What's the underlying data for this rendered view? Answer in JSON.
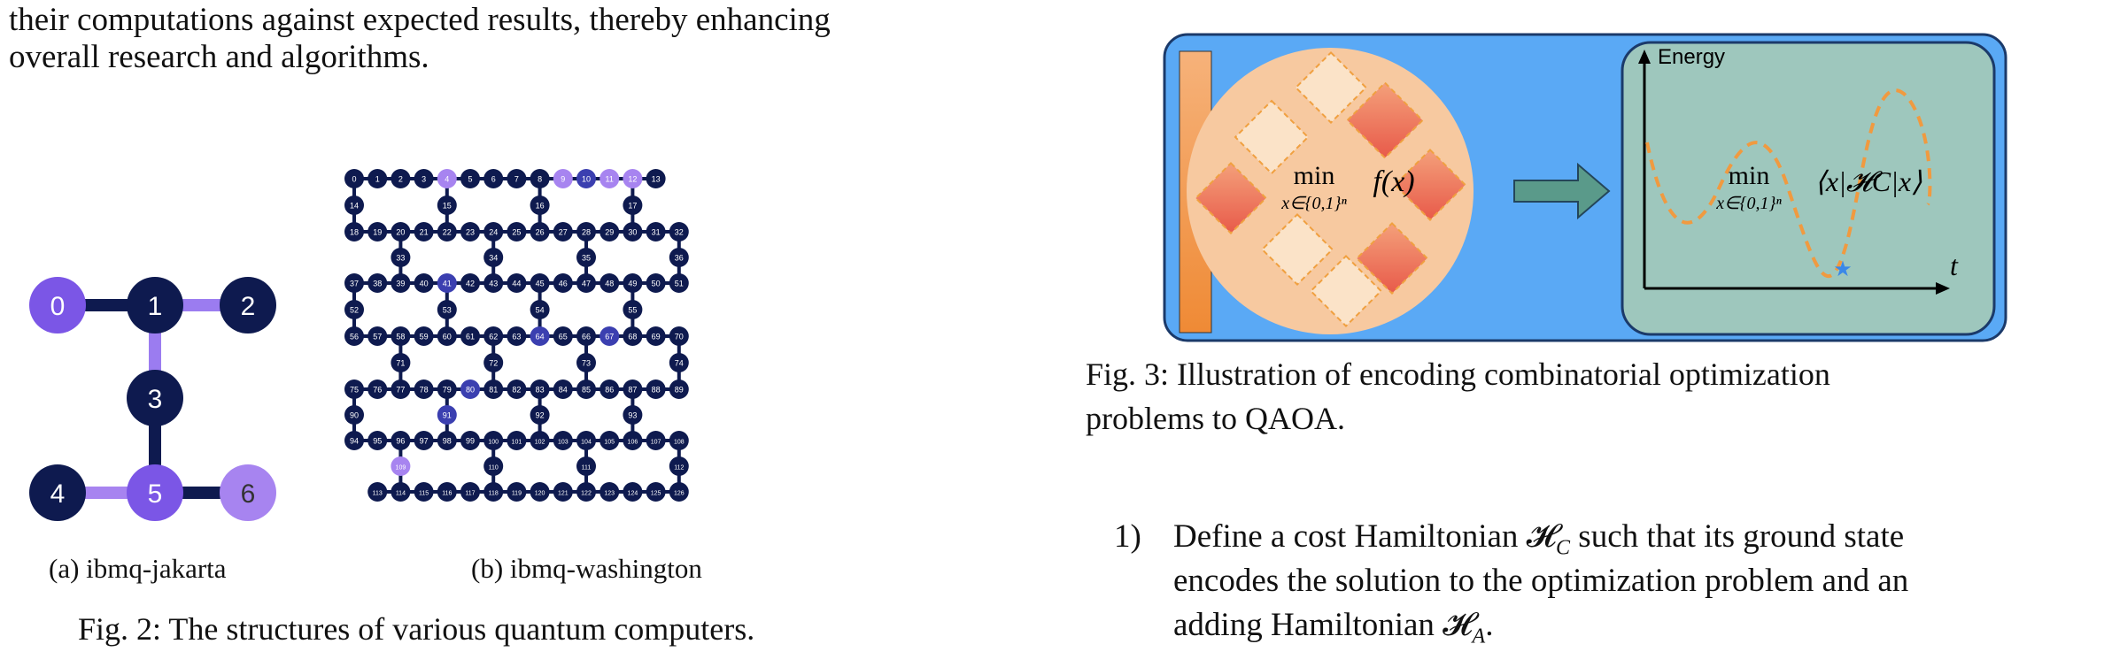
{
  "left_text": {
    "line1": "their computations against expected results, thereby enhancing",
    "line2": "overall research and algorithms."
  },
  "fig2": {
    "sub_a": "(a) ibmq-jakarta",
    "sub_b": "(b) ibmq-washington",
    "caption": "Fig. 2: The structures of various quantum computers.",
    "jakarta_nodes": [
      "0",
      "1",
      "2",
      "3",
      "4",
      "5",
      "6"
    ],
    "colors": {
      "dark": "#0e1a4f",
      "purple": "#7b56e6",
      "light_purple": "#a784f0",
      "edge_light": "#9b7cf0"
    }
  },
  "fig3": {
    "energy_label": "Energy",
    "t_label": "t",
    "left_formula_min": "min",
    "left_formula_sub": "x∈{0,1}ⁿ",
    "left_formula_f": "f(x)",
    "right_formula_min": "min",
    "right_formula_sub": "x∈{0,1}ⁿ",
    "right_formula_expr": "⟨x|𝓗C|x⟩",
    "caption_line1": "Fig. 3: Illustration of encoding combinatorial optimization",
    "caption_line2": "problems to QAOA.",
    "colors": {
      "outer": "#5aa9f5",
      "panel": "#9ec7bd",
      "circle": "#f7c9a0",
      "bar": "#f08c3a",
      "arrow": "#5a9a8a",
      "curve": "#f09a40"
    }
  },
  "list": {
    "item1_num": "1)",
    "item1_line1": "Define a cost Hamiltonian 𝓗",
    "item1_line1_sub": "C",
    "item1_line1_rest": " such that its ground state",
    "item1_line2": "encodes the solution to the optimization problem and an",
    "item1_line3": "adding Hamiltonian 𝓗",
    "item1_line3_sub": "A",
    "item1_line3_end": "."
  }
}
